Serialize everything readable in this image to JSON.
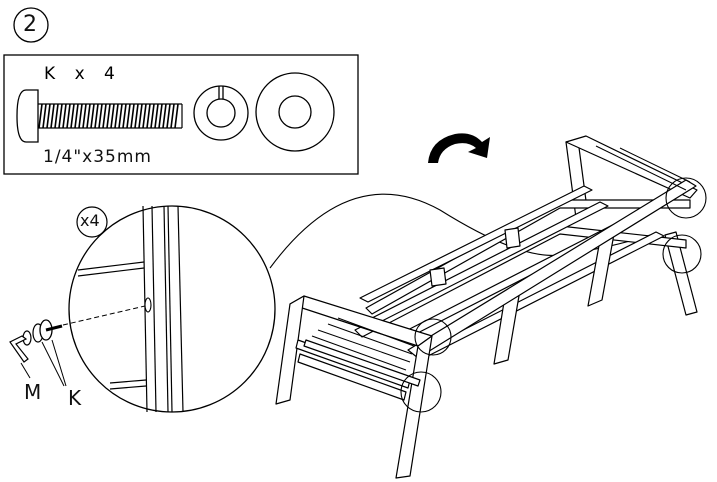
{
  "step": {
    "number": "2"
  },
  "parts_box": {
    "part_code": "K",
    "multiply_sign": "x",
    "quantity": "4",
    "bolt_size": "1/4\"x35mm"
  },
  "detail": {
    "repeat_label": "x4"
  },
  "callouts": {
    "tool": "M",
    "hardware": "K"
  },
  "icons": {
    "rotate": "curved-arrow-icon",
    "allen_key": "allen-key-icon"
  }
}
